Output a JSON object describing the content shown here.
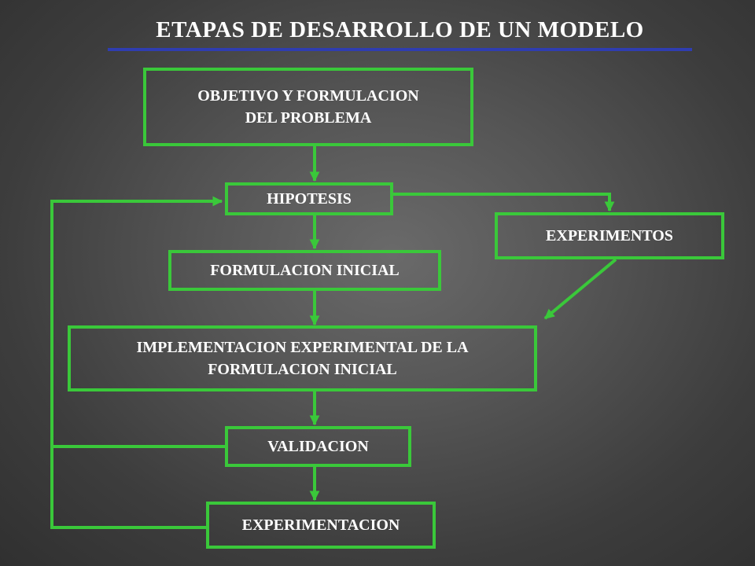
{
  "title": "ETAPAS DE DESARROLLO DE UN MODELO",
  "colors": {
    "box_border": "#3ac83a",
    "title_rule": "#2f3db0",
    "text": "#ffffff"
  },
  "nodes": {
    "objetivo": "OBJETIVO Y FORMULACION\nDEL PROBLEMA",
    "hipotesis": "HIPOTESIS",
    "experimentos": "EXPERIMENTOS",
    "formulacion_inicial": "FORMULACION INICIAL",
    "implementacion": "IMPLEMENTACION EXPERIMENTAL DE LA\nFORMULACION INICIAL",
    "validacion": "VALIDACION",
    "experimentacion": "EXPERIMENTACION"
  }
}
